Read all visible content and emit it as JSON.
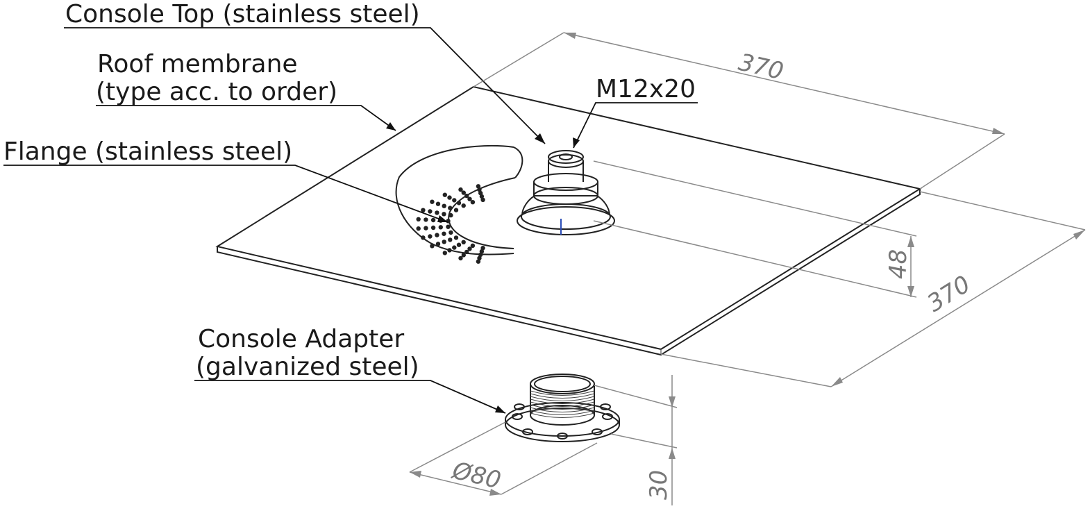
{
  "labels": {
    "console_top": "Console Top (stainless steel)",
    "roof_membrane_line1": "Roof membrane",
    "roof_membrane_line2": "(type acc. to order)",
    "flange": "Flange (stainless steel)",
    "thread": "M12x20",
    "console_adapter_line1": "Console Adapter",
    "console_adapter_line2": "(galvanized steel)"
  },
  "dimensions": {
    "membrane_length": "370",
    "membrane_width": "370",
    "console_height": "48",
    "adapter_diameter": "Ø80",
    "adapter_height": "30"
  }
}
